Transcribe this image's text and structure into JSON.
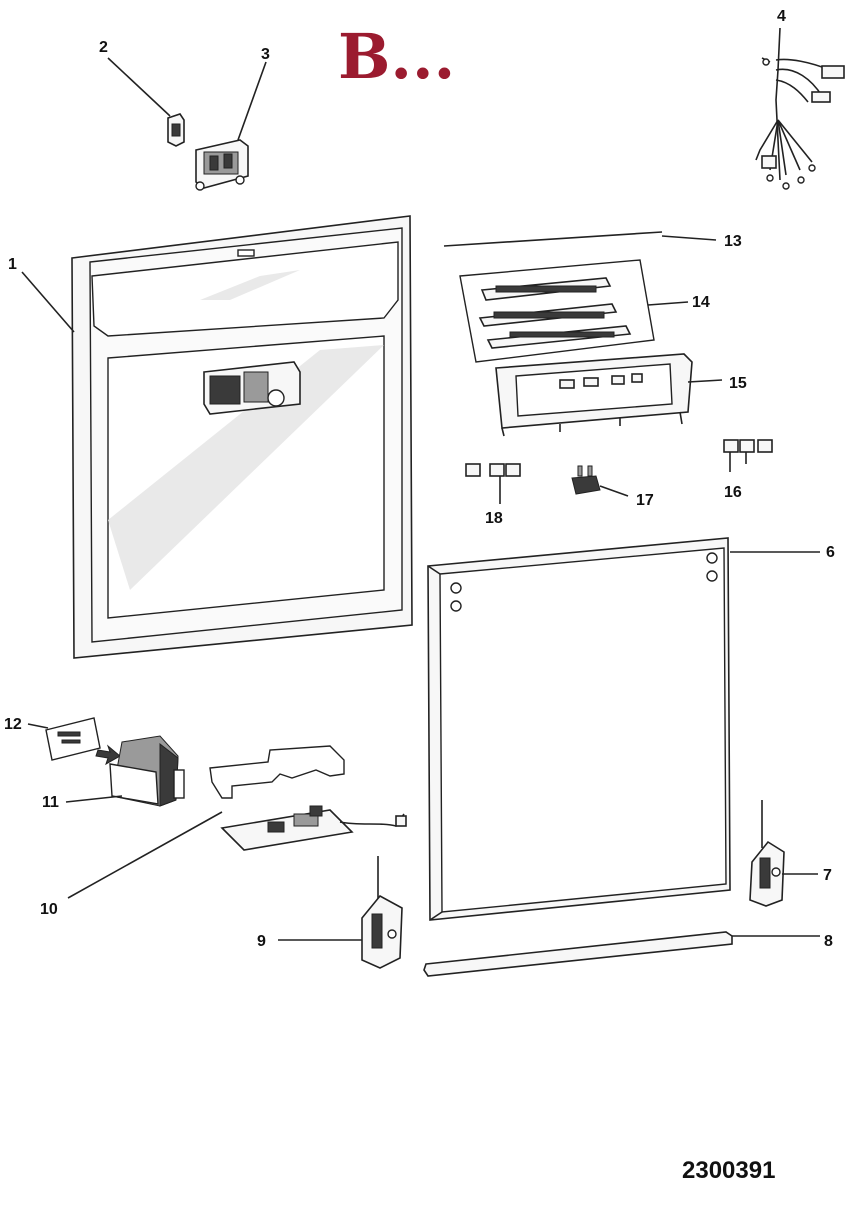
{
  "header": {
    "section_letter": "B..."
  },
  "footer": {
    "drawing_number": "2300391"
  },
  "callouts": {
    "p1": "1",
    "p2": "2",
    "p3": "3",
    "p4": "4",
    "p6": "6",
    "p7": "7",
    "p8": "8",
    "p9": "9",
    "p10": "10",
    "p11": "11",
    "p12": "12",
    "p13": "13",
    "p14": "14",
    "p15": "15",
    "p16": "16",
    "p17": "17",
    "p18": "18"
  },
  "colors": {
    "section_letter": "#9b1b2f",
    "ink": "#222222"
  }
}
